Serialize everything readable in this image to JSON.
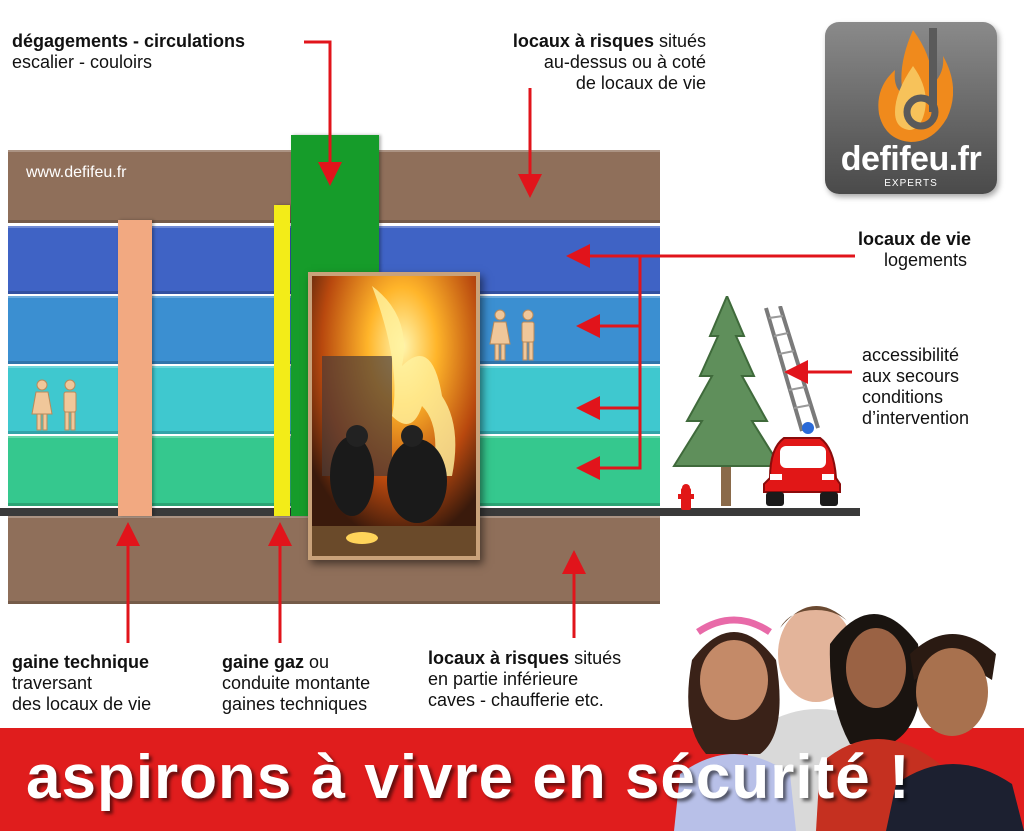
{
  "website": "www.defifeu.fr",
  "logo": {
    "name": "defifeu.fr",
    "tagline": "EXPERTS"
  },
  "labels": {
    "degagements": {
      "bold": "dégagements - circulations",
      "line2": "escalier - couloirs"
    },
    "risques_haut": {
      "bold": "locaux à risques",
      "rest": " situés",
      "line2": "au-dessus ou à coté",
      "line3": "de locaux de vie"
    },
    "locaux_vie": {
      "bold": "locaux de vie",
      "line2": "logements"
    },
    "accessibilite": {
      "line1": "accessibilité",
      "line2": "aux secours",
      "line3": "conditions",
      "line4": "d’intervention"
    },
    "gaine_technique": {
      "bold": "gaine technique",
      "line2": "traversant",
      "line3": "des locaux de vie"
    },
    "gaine_gaz": {
      "bold": "gaine gaz",
      "rest": " ou",
      "line2": "conduite montante",
      "line3": "gaines techniques"
    },
    "risques_bas": {
      "bold": "locaux à risques",
      "rest": " situés",
      "line2": "en partie inférieure",
      "line3": "caves - chaufferie etc."
    }
  },
  "slogan": "aspirons à vivre en sécurité !",
  "colors": {
    "brown": "#8f6f5a",
    "blue": "#3f63c5",
    "mid_blue": "#3b8fd1",
    "cyan": "#3fc8cf",
    "green_band": "#35c88e",
    "stair_green": "#169c2a",
    "gas_yellow": "#f3ec18",
    "tech_orange": "#f2a981",
    "arrow_red": "#e1141b",
    "banner_red": "#e01d1d"
  },
  "icons": [
    "flame-logo-icon",
    "people-icon",
    "tree-icon",
    "ladder-icon",
    "fire-truck-icon",
    "hydrant-icon",
    "family-photo"
  ]
}
